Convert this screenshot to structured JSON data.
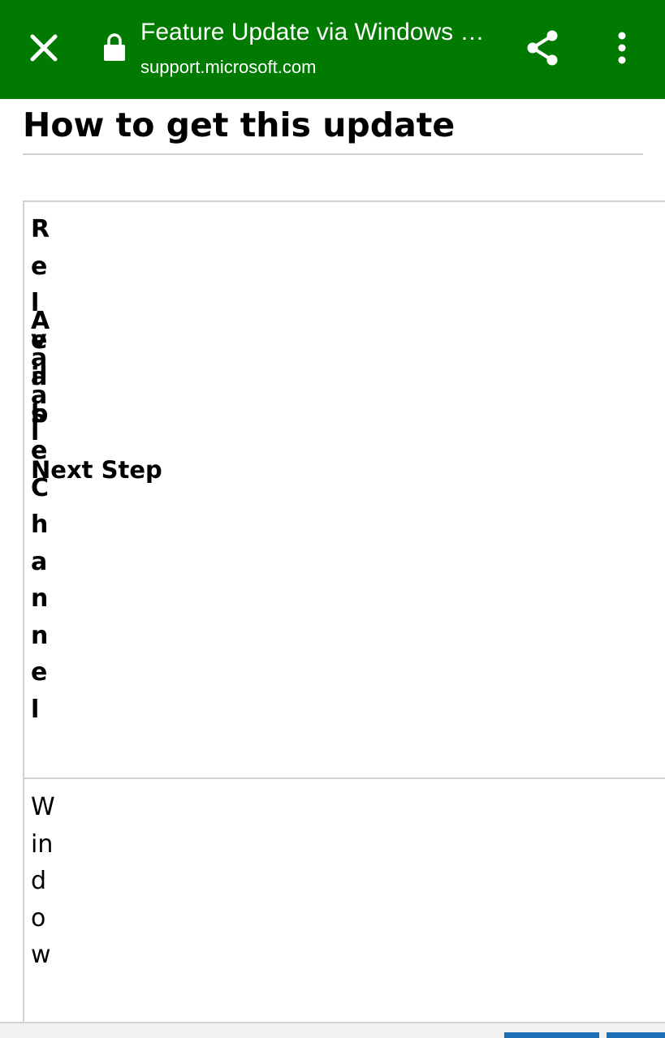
{
  "browser": {
    "page_title": "Feature Update via Windows …",
    "domain": "support.microsoft.com",
    "close_icon": "close-icon",
    "lock_icon": "lock-icon",
    "share_icon": "share-icon",
    "more_icon": "more-vert-icon",
    "bar_color": "#007a00"
  },
  "article": {
    "heading": "How to get this update",
    "table": {
      "headers": [
        "Release Channel",
        "Available",
        "Next Step"
      ],
      "first_row_cell": "Window"
    }
  }
}
